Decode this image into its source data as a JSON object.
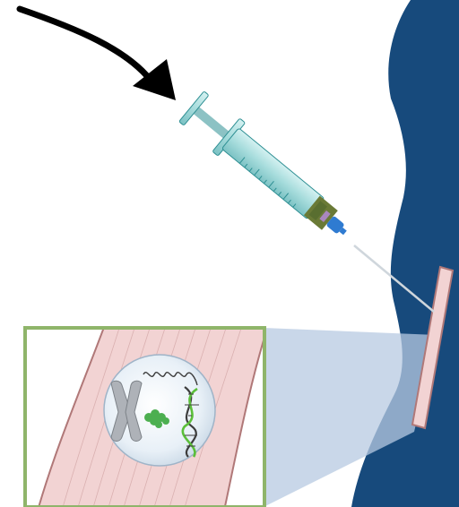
{
  "figure": {
    "background": "#ffffff",
    "body_color": "#174a7c",
    "arrow_color": "#000000",
    "syringe": {
      "barrel_color": "#a6dcdc",
      "barrel_stroke": "#2e8f93",
      "liquid_color": "#6a7a36",
      "plunger_color": "#556b2f",
      "needle_hub_color": "#2f7bd1",
      "needle_color": "#cfd6dc"
    },
    "muscle": {
      "fill": "#f2d3d3",
      "stroke": "#b07878",
      "fiber_color": "#c99a9a"
    },
    "inset": {
      "border_color": "#8fb56a",
      "projection_color": "#b7c9e2",
      "cell_fill": "#e5eef6",
      "cell_stroke": "#9fb4c8",
      "chromosome_color": "#aeb2b8",
      "dna_color": "#3d3d3d",
      "dna_highlight": "#5bbf3a",
      "protein_color": "#4caf50"
    }
  },
  "elements": [
    {
      "name": "curved-arrow-icon",
      "kind": "arrow"
    },
    {
      "name": "syringe-icon",
      "kind": "syringe"
    },
    {
      "name": "body-silhouette",
      "kind": "shape"
    },
    {
      "name": "muscle-strip",
      "kind": "shape"
    },
    {
      "name": "zoom-inset",
      "kind": "inset"
    },
    {
      "name": "cell-nucleus-icon",
      "kind": "cell"
    },
    {
      "name": "chromosome-icon",
      "kind": "chromosome"
    },
    {
      "name": "dna-helix-icon",
      "kind": "dna"
    },
    {
      "name": "protein-icon",
      "kind": "protein"
    }
  ]
}
